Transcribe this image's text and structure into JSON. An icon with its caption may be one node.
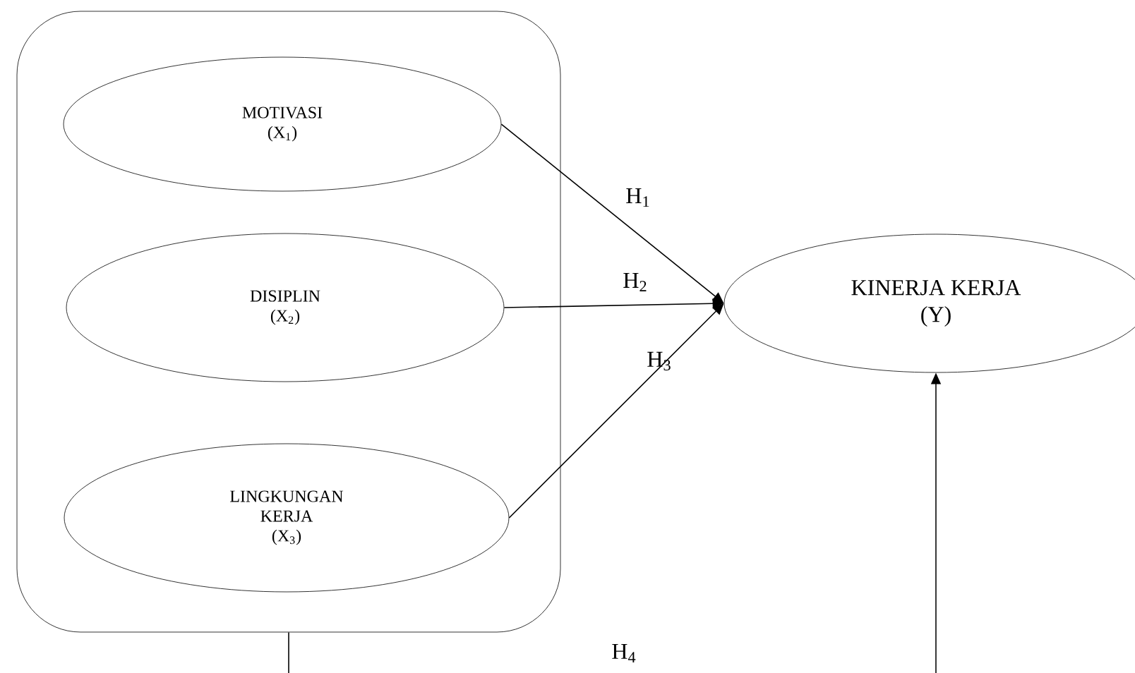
{
  "diagram": {
    "nodes": [
      {
        "text": [],
        "shape": "box"
      },
      {
        "text": [
          "MOTIVASI",
          "(X$_{1}$)"
        ],
        "in": 0
      },
      {
        "text": [
          "DISIPLIN",
          "(X$_{2}$)"
        ],
        "in": 0
      },
      {
        "text": [
          "LINGKUNGAN KERJA",
          "(X$_{3}$)"
        ],
        "in": 0
      },
      {
        "text": [
          "KINERJA KERJA",
          "(Y)"
        ]
      }
    ],
    "edges": [
      {
        "from": 1,
        "to": 4,
        "arrow": "to",
        "label": "H$_{1}$"
      },
      {
        "from": 2,
        "to": 4,
        "arrow": "to",
        "label": "H$_{2}$"
      },
      {
        "from": 3,
        "to": 4,
        "arrow": "to",
        "label": "H$_{3}$"
      },
      {
        "from": 0,
        "to": 4,
        "arrow": "to",
        "label": "H$_{4}$"
      }
    ]
  }
}
